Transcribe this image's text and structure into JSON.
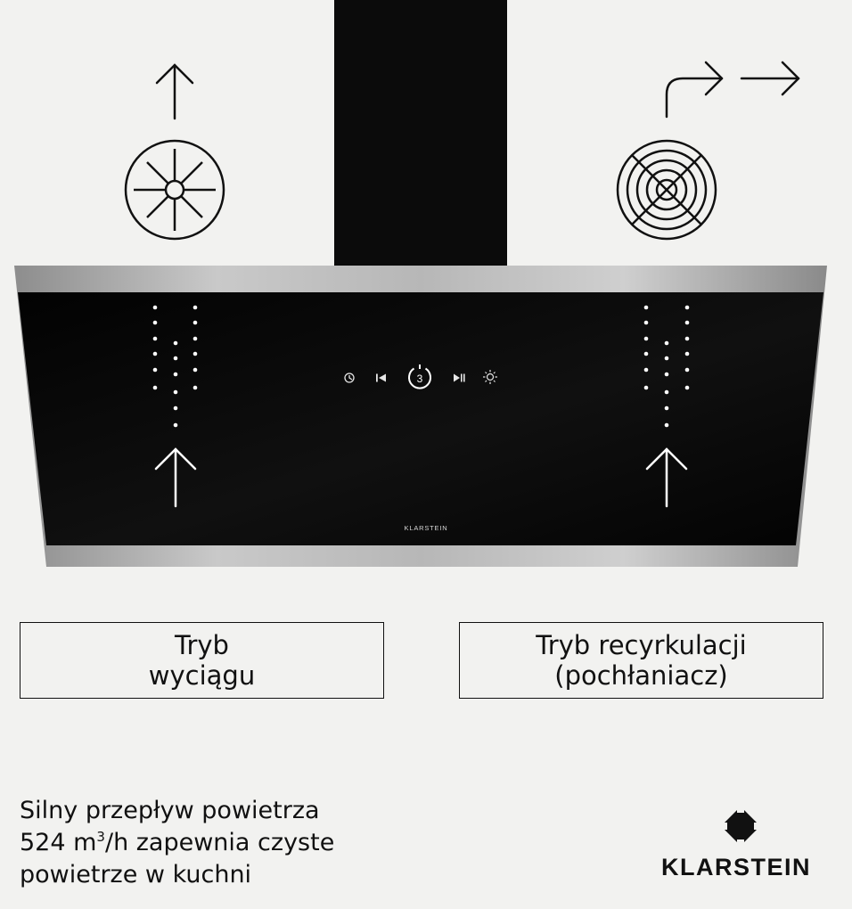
{
  "modes": {
    "extraction": {
      "line1": "Tryb",
      "line2": "wyciągu"
    },
    "recirculation": {
      "line1": "Tryb recyrkulacji",
      "line2": "(pochłaniacz)"
    }
  },
  "tagline": {
    "line1": "Silny przepływ powietrza",
    "line2_pre": "524 m",
    "line2_sup": "3",
    "line2_post": "/h zapewnia czyste",
    "line3": "powietrze w kuchni"
  },
  "brand": {
    "name": "KLARSTEIN",
    "hood_label": "KLARSTEIN"
  },
  "hood_controls": [
    "timer-icon",
    "prev-icon",
    "power-level-icon",
    "next-icon",
    "light-icon"
  ],
  "power_level_value": "3",
  "colors": {
    "background": "#f2f2f0",
    "glass": "#050505",
    "steel": "#a9a9a9",
    "ink": "#111111"
  }
}
